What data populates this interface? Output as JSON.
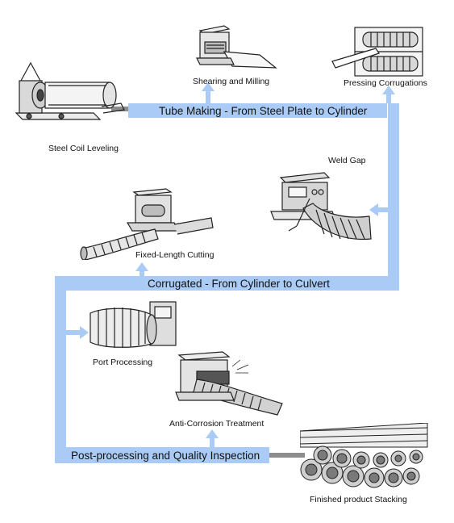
{
  "bands": {
    "tube_making": "Tube Making - From Steel Plate to Cylinder",
    "corrugated": "Corrugated - From Cylinder to Culvert",
    "post_processing": "Post-processing and Quality Inspection"
  },
  "steps": {
    "steel_coil_leveling": "Steel Coil Leveling",
    "shearing_and_milling": "Shearing and Milling",
    "pressing_corrugations": "Pressing Corrugations",
    "weld_gap": "Weld Gap",
    "fixed_length_cutting": "Fixed-Length Cutting",
    "port_processing": "Port Processing",
    "anti_corrosion_treatment": "Anti-Corrosion Treatment",
    "finished_product_stacking": "Finished product Stacking"
  },
  "colors": {
    "flow_band": "#a9cbf5",
    "connector": "#8c8c8c",
    "line_art": "#222222"
  }
}
